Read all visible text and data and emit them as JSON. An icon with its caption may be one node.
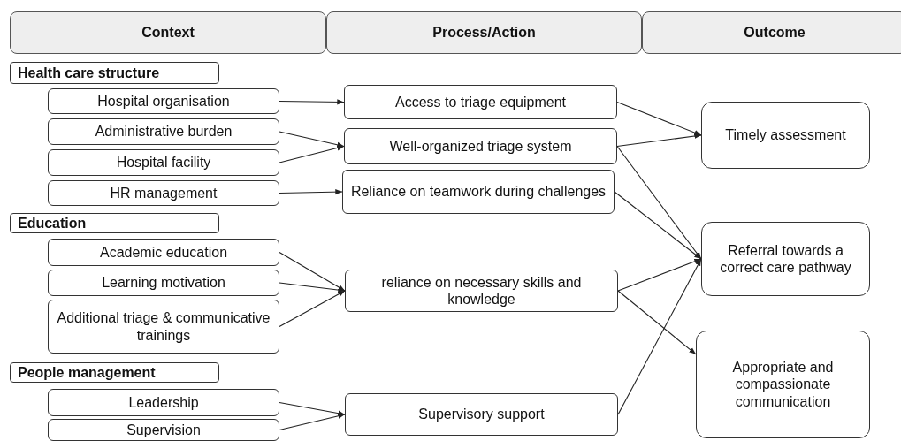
{
  "diagram": {
    "nodes": [
      {
        "text": [
          "Context"
        ]
      },
      {
        "text": [
          "Process/Action"
        ]
      },
      {
        "text": [
          "Outcome"
        ]
      },
      {
        "text": [
          "Health care structure"
        ]
      },
      {
        "text": [
          "Hospital organisation"
        ]
      },
      {
        "text": [
          "Administrative burden"
        ]
      },
      {
        "text": [
          "Hospital facility"
        ]
      },
      {
        "text": [
          "HR management"
        ]
      },
      {
        "text": [
          "Access to triage equipment"
        ]
      },
      {
        "text": [
          "Well-organized triage system"
        ]
      },
      {
        "text": [
          "Reliance on teamwork during challenges"
        ]
      },
      {
        "text": [
          "Timely assessment"
        ]
      },
      {
        "text": [
          "Education"
        ]
      },
      {
        "text": [
          "Academic education"
        ]
      },
      {
        "text": [
          "Learning motivation"
        ]
      },
      {
        "text": [
          "Additional triage & communicative trainings"
        ]
      },
      {
        "text": [
          "reliance on necessary skills and knowledge"
        ]
      },
      {
        "text": [
          "Referral towards a correct care pathway"
        ]
      },
      {
        "text": [
          "People management"
        ]
      },
      {
        "text": [
          "Leadership"
        ]
      },
      {
        "text": [
          "Supervision"
        ]
      },
      {
        "text": [
          "Supervisory support"
        ]
      },
      {
        "text": [
          "Appropriate and compassionate communication"
        ]
      }
    ],
    "edges": [
      {
        "from": 4,
        "to": 8,
        "arrow": "to"
      },
      {
        "from": 5,
        "to": 9,
        "arrow": "to"
      },
      {
        "from": 6,
        "to": 9,
        "arrow": "to"
      },
      {
        "from": 7,
        "to": 10,
        "arrow": "to"
      },
      {
        "from": 8,
        "to": 11,
        "arrow": "to"
      },
      {
        "from": 9,
        "to": 11,
        "arrow": "to"
      },
      {
        "from": 9,
        "to": 17,
        "arrow": "to"
      },
      {
        "from": 10,
        "to": 17,
        "arrow": "to"
      },
      {
        "from": 13,
        "to": 16,
        "arrow": "to"
      },
      {
        "from": 14,
        "to": 16,
        "arrow": "to"
      },
      {
        "from": 15,
        "to": 16,
        "arrow": "to"
      },
      {
        "from": 16,
        "to": 17,
        "arrow": "to"
      },
      {
        "from": 16,
        "to": 22,
        "arrow": "to"
      },
      {
        "from": 19,
        "to": 21,
        "arrow": "to"
      },
      {
        "from": 20,
        "to": 21,
        "arrow": "to"
      },
      {
        "from": 21,
        "to": 17,
        "arrow": "to"
      }
    ]
  }
}
